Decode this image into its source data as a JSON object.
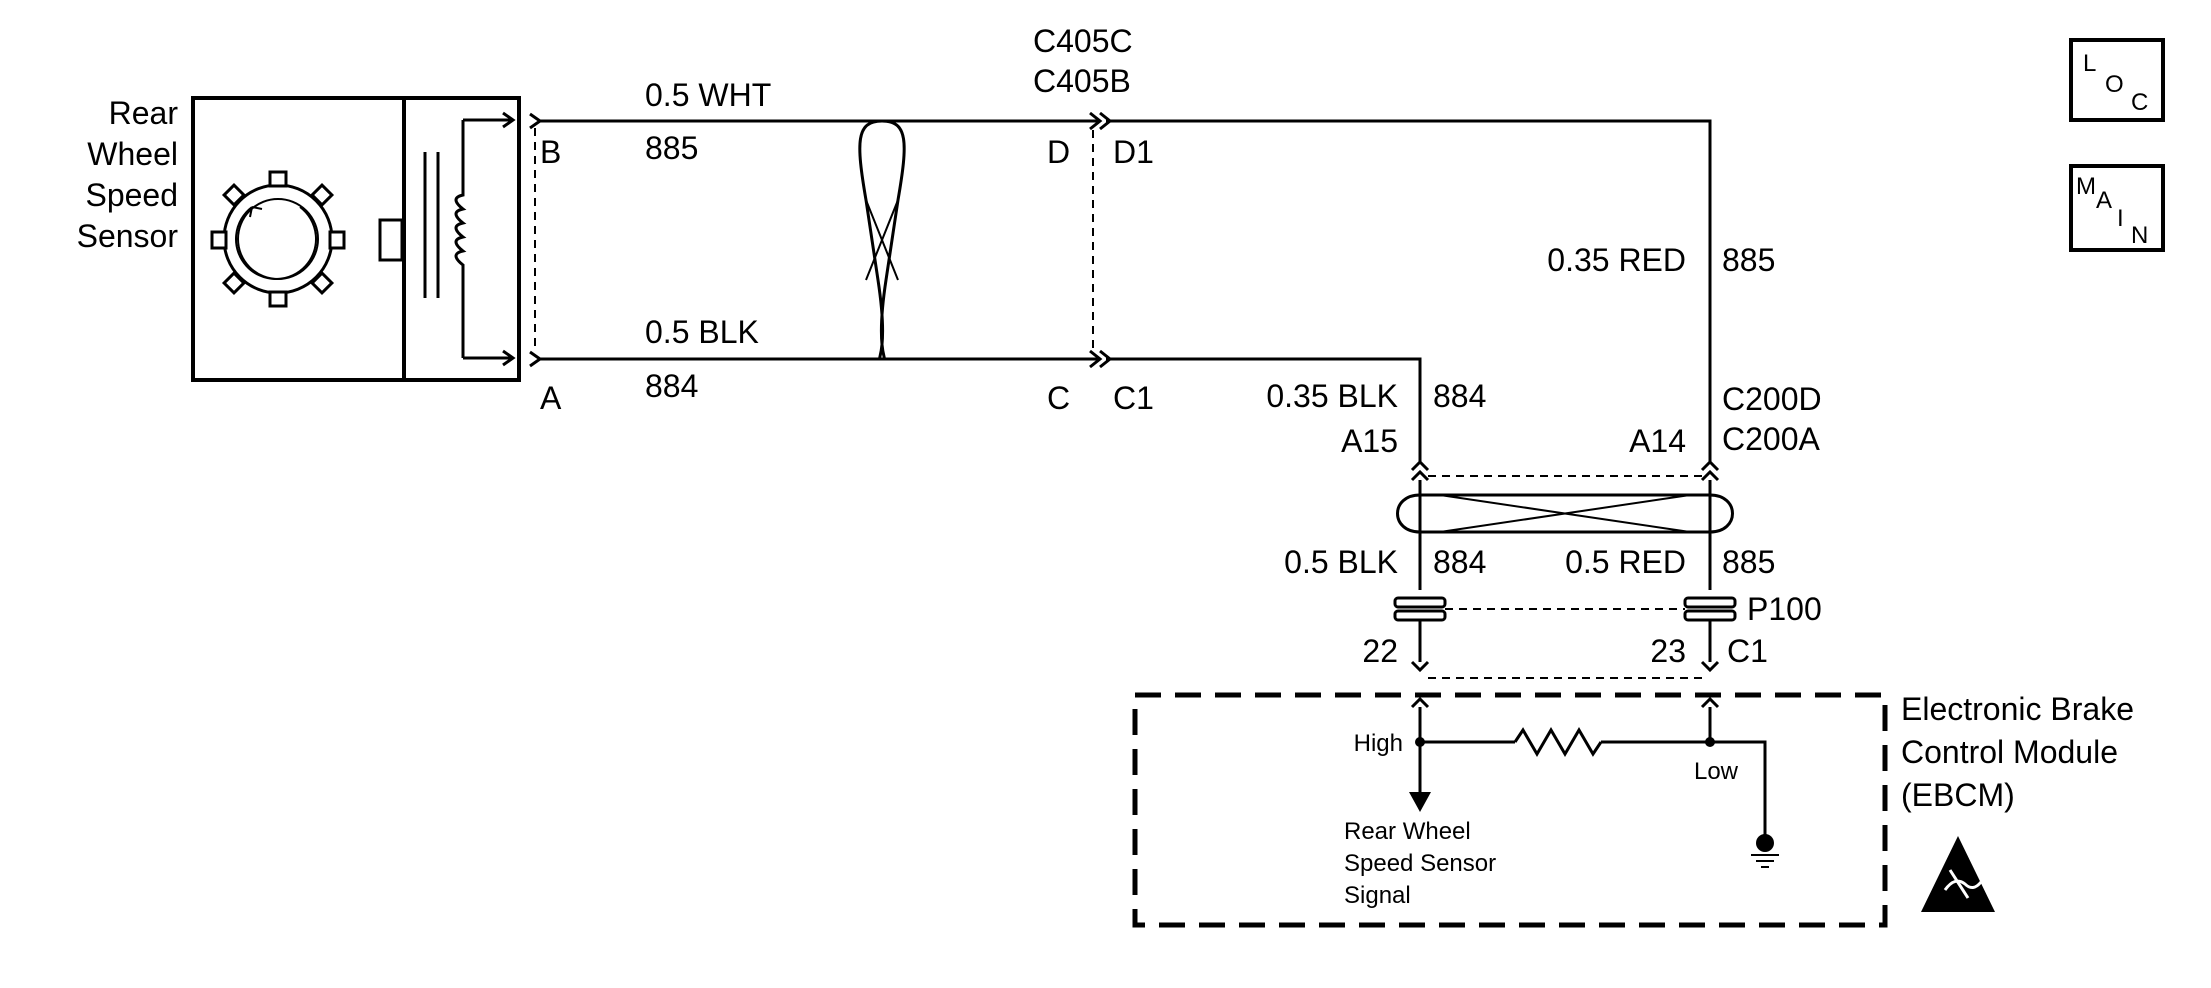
{
  "sensor": {
    "line1": "Rear",
    "line2": "Wheel",
    "line3": "Speed",
    "line4": "Sensor"
  },
  "wires": {
    "white_gauge_color": "0.5 WHT",
    "white_circuit": "885",
    "black_gauge_color": "0.5 BLK",
    "black_circuit": "884",
    "red_035_gauge_color": "0.35 RED",
    "red_035_circuit": "885",
    "blk_035_gauge_color": "0.35 BLK",
    "blk_035_circuit": "884",
    "blk_05_lower_gauge_color": "0.5 BLK",
    "blk_05_lower_circuit": "884",
    "red_05_lower_gauge_color": "0.5 RED",
    "red_05_lower_circuit": "885"
  },
  "connectors": {
    "sensor_pin_b": "B",
    "sensor_pin_a": "A",
    "c405_line1": "C405C",
    "c405_line2": "C405B",
    "c405_pin_d": "D",
    "c405_pin_d1": "D1",
    "c405_pin_c": "C",
    "c405_pin_c1": "C1",
    "c200_line1": "C200D",
    "c200_line2": "C200A",
    "c200_pin_a15": "A15",
    "c200_pin_a14": "A14",
    "splice": "P100",
    "ebcm_pin_22": "22",
    "ebcm_pin_23": "23",
    "ebcm_connector": "C1"
  },
  "module": {
    "name_line1": "Electronic Brake",
    "name_line2": "Control Module",
    "name_line3": "(EBCM)",
    "high_label": "High",
    "low_label": "Low",
    "signal_line1": "Rear Wheel",
    "signal_line2": "Speed Sensor",
    "signal_line3": "Signal"
  },
  "nav": {
    "loc_l": "L",
    "loc_o": "O",
    "loc_c": "C",
    "main_m": "M",
    "main_a": "A",
    "main_i": "I",
    "main_n": "N"
  },
  "icons": [
    "esd-warning-icon",
    "ground-icon",
    "resistor-icon",
    "tone-wheel-icon",
    "coil-icon"
  ],
  "colors": {
    "line": "#000000",
    "background": "#ffffff"
  }
}
